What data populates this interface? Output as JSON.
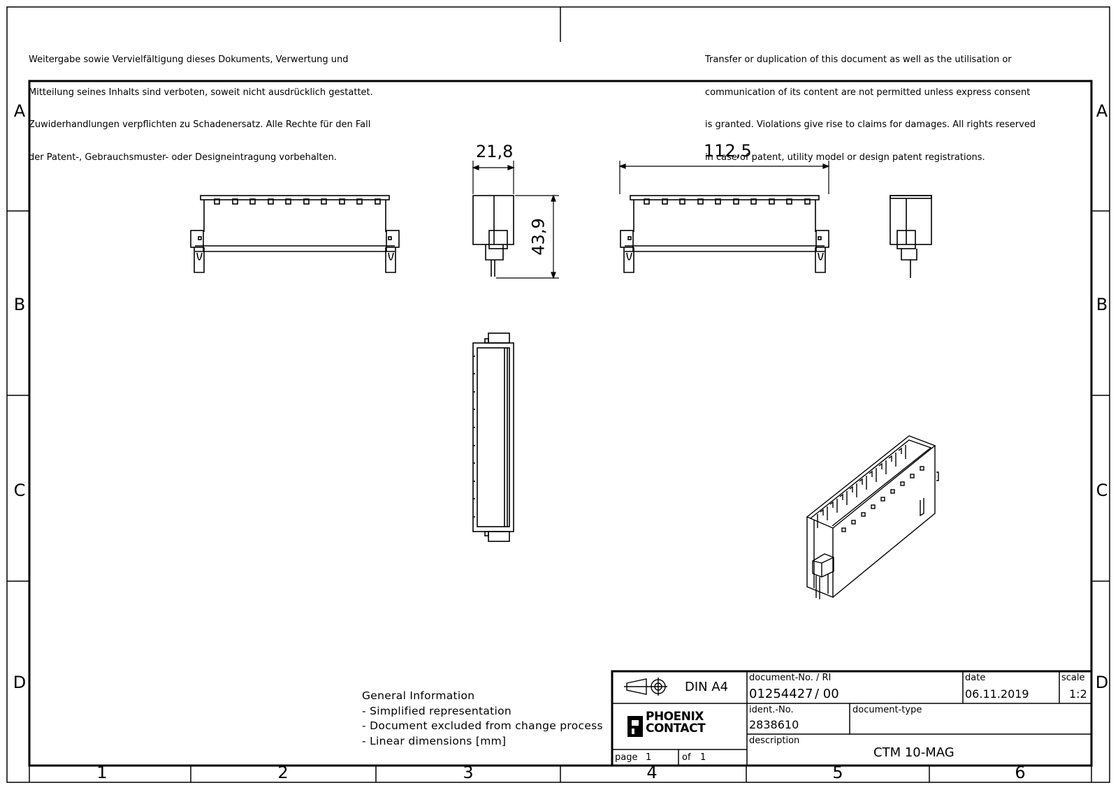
{
  "notices": {
    "de": [
      "Weitergabe sowie Vervielfältigung dieses Dokuments, Verwertung und",
      "Mitteilung seines Inhalts sind verboten, soweit nicht ausdrücklich gestattet.",
      "Zuwiderhandlungen verpflichten zu Schadenersatz. Alle Rechte für den Fall",
      "der Patent-, Gebrauchsmuster- oder Designeintragung vorbehalten."
    ],
    "en": [
      "Transfer or duplication of this document as well as the utilisation or",
      "communication of its content are not permitted unless express consent",
      "is granted. Violations give rise to claims for damages. All rights reserved",
      "in case of patent, utility model or design patent registrations."
    ]
  },
  "zones": {
    "rows": [
      "A",
      "B",
      "C",
      "D"
    ],
    "columns": [
      "1",
      "2",
      "3",
      "4",
      "5",
      "6"
    ]
  },
  "dimensions": {
    "width_side": "21,8",
    "height_side": "43,9",
    "length_front": "112,5"
  },
  "general_info": {
    "title": "General Information",
    "items": [
      "- Simplified representation",
      "- Document excluded from change process",
      "- Linear dimensions [mm]"
    ]
  },
  "title_block": {
    "format": "DIN A4",
    "document_no_label": "document-No. / RI",
    "document_no": "01254427",
    "revision": "/ 00",
    "date_label": "date",
    "date": "06.11.2019",
    "scale_label": "scale",
    "scale": "1:2",
    "ident_label": "ident.-No.",
    "ident": "2838610",
    "doc_type_label": "document-type",
    "doc_type": "",
    "description_label": "description",
    "description": "CTM 10-MAG",
    "page_label": "page",
    "page": "1",
    "of_label": "of",
    "of": "1",
    "logo_line1": "PHOENIX",
    "logo_line2": "CONTACT"
  }
}
